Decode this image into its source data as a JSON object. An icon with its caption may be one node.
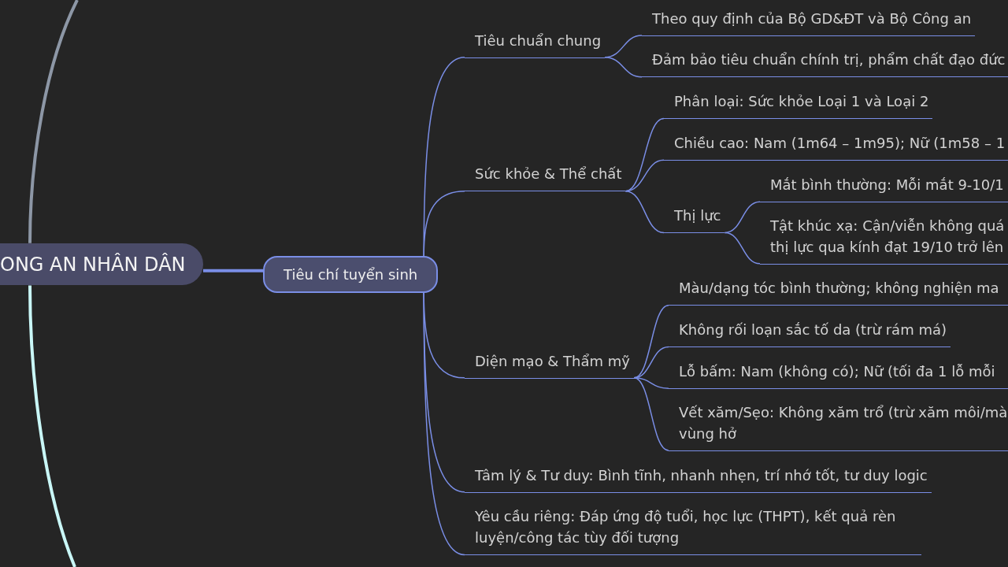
{
  "diagram": {
    "nodes": [
      {
        "text": [
          "ONG AN NHÂN DÂN"
        ]
      },
      {
        "text": [
          "Tiêu chí tuyển sinh"
        ]
      },
      {
        "text": [
          "Tiêu chuẩn chung"
        ]
      },
      {
        "text": [
          "Theo quy định của Bộ GD&ĐT và Bộ Công an"
        ]
      },
      {
        "text": [
          "Đảm bảo tiêu chuẩn chính trị, phẩm chất đạo đức"
        ]
      },
      {
        "text": [
          "Sức khỏe & Thể chất"
        ]
      },
      {
        "text": [
          "Phân loại: Sức khỏe Loại 1 và Loại 2"
        ]
      },
      {
        "text": [
          "Chiều cao: Nam (1m64 – 1m95); Nữ (1m58 – 1"
        ]
      },
      {
        "text": [
          "Thị lực"
        ]
      },
      {
        "text": [
          "Mắt bình thường: Mỗi mắt 9-10/1"
        ]
      },
      {
        "text": [
          "Tật khúc xạ: Cận/viễn không quá thị lực qua kính đạt 19/10 trở lên"
        ]
      },
      {
        "text": [
          "Diện mạo & Thẩm mỹ"
        ]
      },
      {
        "text": [
          "Màu/dạng tóc bình thường; không nghiện ma"
        ]
      },
      {
        "text": [
          "Không rối loạn sắc tố da (trừ rám má)"
        ]
      },
      {
        "text": [
          "Lỗ bấm: Nam (không có); Nữ (tối đa 1 lỗ mỗi"
        ]
      },
      {
        "text": [
          "Vết xăm/Sẹo: Không xăm trổ (trừ xăm môi/mà vùng hở"
        ]
      },
      {
        "text": [
          "Tâm lý & Tư duy: Bình tĩnh, nhanh nhẹn, trí nhớ tốt, tư duy logic"
        ]
      },
      {
        "text": [
          "Yêu cầu riêng: Đáp ứng độ tuổi, học lực (THPT), kết quả rèn luyện/công tác tùy đối tượng"
        ]
      }
    ],
    "edges": [
      {
        "from": 0,
        "to": 1,
        "arrow": "none",
        "style": "thick"
      },
      {
        "from": 0,
        "to": null,
        "arrow": "none",
        "style": "thick",
        "color": "#8d97a6"
      },
      {
        "from": 0,
        "to": null,
        "arrow": "none",
        "style": "thick",
        "color": "#c9f7f7"
      },
      {
        "from": 1,
        "to": 2,
        "arrow": "none"
      },
      {
        "from": 2,
        "to": 3,
        "arrow": "none"
      },
      {
        "from": 2,
        "to": 4,
        "arrow": "none"
      },
      {
        "from": 1,
        "to": 5,
        "arrow": "none"
      },
      {
        "from": 5,
        "to": 6,
        "arrow": "none"
      },
      {
        "from": 5,
        "to": 7,
        "arrow": "none"
      },
      {
        "from": 5,
        "to": 8,
        "arrow": "none"
      },
      {
        "from": 8,
        "to": 9,
        "arrow": "none"
      },
      {
        "from": 8,
        "to": 10,
        "arrow": "none"
      },
      {
        "from": 1,
        "to": 11,
        "arrow": "none"
      },
      {
        "from": 11,
        "to": 12,
        "arrow": "none"
      },
      {
        "from": 11,
        "to": 13,
        "arrow": "none"
      },
      {
        "from": 11,
        "to": 14,
        "arrow": "none"
      },
      {
        "from": 11,
        "to": 15,
        "arrow": "none"
      },
      {
        "from": 1,
        "to": 16,
        "arrow": "none"
      },
      {
        "from": 1,
        "to": 17,
        "arrow": "none"
      }
    ]
  }
}
